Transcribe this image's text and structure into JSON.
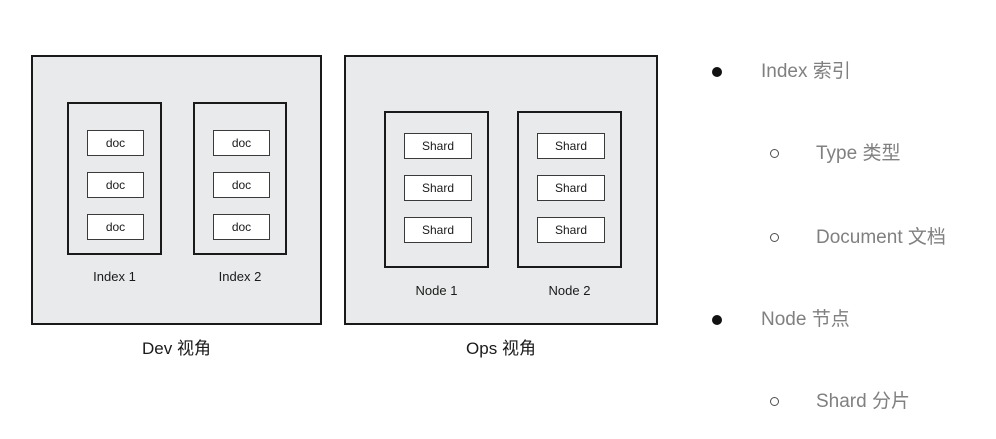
{
  "diagram": {
    "panels": [
      {
        "id": "dev",
        "caption": "Dev 视角",
        "groups": [
          {
            "label": "Index 1",
            "items": [
              "doc",
              "doc",
              "doc"
            ]
          },
          {
            "label": "Index 2",
            "items": [
              "doc",
              "doc",
              "doc"
            ]
          }
        ]
      },
      {
        "id": "ops",
        "caption": "Ops 视角",
        "groups": [
          {
            "label": "Node 1",
            "items": [
              "Shard",
              "Shard",
              "Shard"
            ]
          },
          {
            "label": "Node 2",
            "items": [
              "Shard",
              "Shard",
              "Shard"
            ]
          }
        ]
      }
    ]
  },
  "bullet_list": {
    "items": [
      {
        "level": 1,
        "marker": "filled-bullet",
        "text": "Index 索引"
      },
      {
        "level": 2,
        "marker": "hollow-bullet",
        "text": "Type 类型"
      },
      {
        "level": 2,
        "marker": "hollow-bullet",
        "text": "Document 文档"
      },
      {
        "level": 1,
        "marker": "filled-bullet",
        "text": "Node 节点"
      },
      {
        "level": 2,
        "marker": "hollow-bullet",
        "text": "Shard 分片"
      }
    ]
  },
  "colors": {
    "panel_fill": "#e8eaeb",
    "panel_border": "#1a1a1a",
    "leaf_fill": "#ffffff",
    "leaf_border": "#3a3a3a",
    "list_text": "#808080",
    "diagram_text": "#1a1a1a",
    "background": "#ffffff"
  }
}
